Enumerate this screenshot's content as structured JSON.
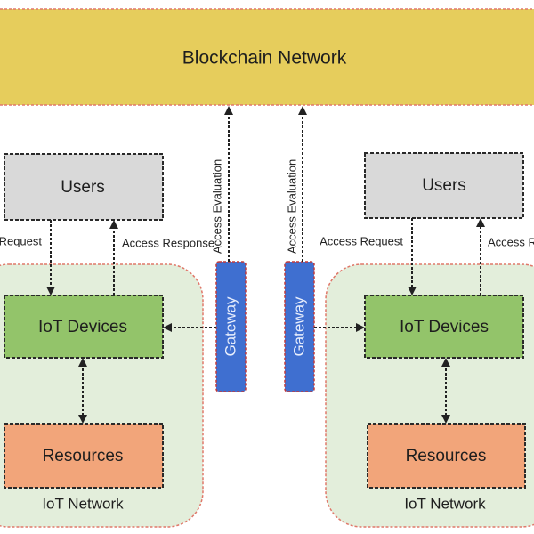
{
  "blockchain": {
    "label": "Blockchain Network"
  },
  "left": {
    "users": "Users",
    "iot_devices": "IoT Devices",
    "resources": "Resources",
    "network": "IoT Network",
    "gateway": "Gateway",
    "access_evaluation": "Access Evaluation",
    "access_request": "Access Request",
    "access_response": "Access Response"
  },
  "right": {
    "users": "Users",
    "iot_devices": "IoT Devices",
    "resources": "Resources",
    "network": "IoT Network",
    "gateway": "Gateway",
    "access_evaluation": "Access Evaluation",
    "access_request": "Access Request",
    "access_response": "Access Response"
  },
  "colors": {
    "blockchain": "#e6cd5c",
    "users": "#d9d9d9",
    "iot_devices": "#93c46a",
    "resources": "#f2a57a",
    "network": "#e3eedb",
    "gateway": "#3f6fd0"
  }
}
